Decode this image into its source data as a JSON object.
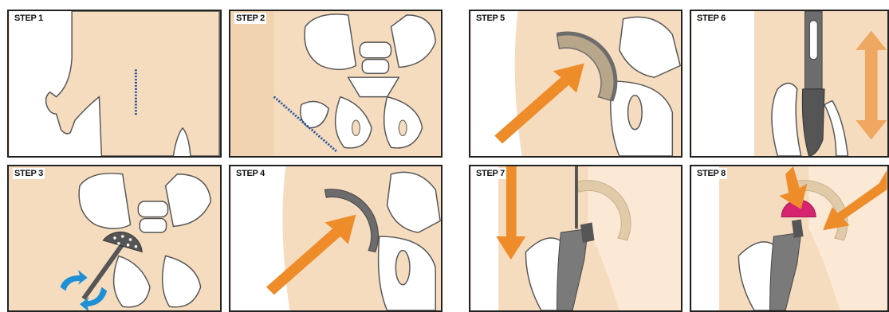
{
  "steps": [
    {
      "label": "STEP 1"
    },
    {
      "label": "STEP 2"
    },
    {
      "label": "STEP 3"
    },
    {
      "label": "STEP 4"
    },
    {
      "label": "STEP 5"
    },
    {
      "label": "STEP 6"
    },
    {
      "label": "STEP 7"
    },
    {
      "label": "STEP 8"
    }
  ],
  "colors": {
    "skin": "#f6dcbf",
    "bone": "#ffffff",
    "outline": "#555555",
    "arrow": "#ee8c2a",
    "incision": "#1f4fa0",
    "implant": "#7a7a7a",
    "rotation": "#1e90d6",
    "femoral_head": "#d6246e"
  }
}
